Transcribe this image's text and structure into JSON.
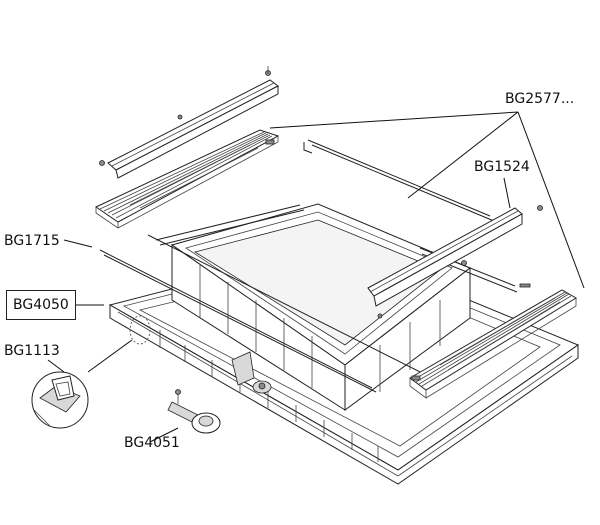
{
  "labels": {
    "bg2577": "BG2577...",
    "bg1524": "BG1524",
    "bg1715": "BG1715",
    "bg4050": "BG4050",
    "bg1113": "BG1113",
    "bg4051": "BG4051"
  }
}
